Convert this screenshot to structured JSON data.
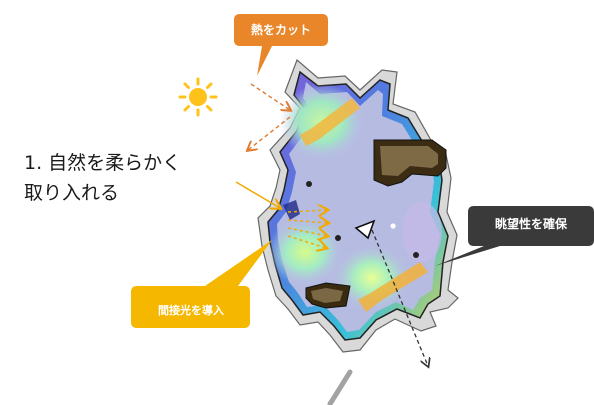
{
  "title": {
    "line1": "1. 自然を柔らかく",
    "line2": "取り入れる"
  },
  "callouts": {
    "heat_cut": "熱をカット",
    "indirect_light": "間接光を導入",
    "view": "眺望性を確保"
  },
  "colors": {
    "heat_callout": "#e9862a",
    "indirect_callout": "#f5b700",
    "view_callout": "#3a3a3a",
    "sun": "#ffc21a",
    "light_arrows": "#f2a900",
    "heat_arrows": "#e07b30"
  },
  "icons": {
    "sun": "sun-icon",
    "viewpoint": "viewpoint-triangle-icon"
  }
}
